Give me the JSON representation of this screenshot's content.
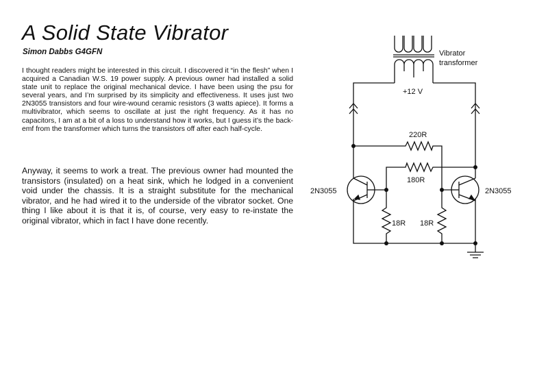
{
  "article": {
    "title": "A Solid State Vibrator",
    "author": "Simon Dabbs G4GFN",
    "paragraph1": "I thought readers might be interested in this circuit. I discovered it “in the flesh” when I acquired a Canadian W.S. 19 power supply. A previous owner had installed a solid state unit to replace the original mechanical device. I have been using the psu for several years, and I’m surprised by its simplicity and effectiveness. It uses just two 2N3055 transistors and four wire-wound ceramic resistors (3 watts apiece). It forms a multivibrator, which seems to oscillate at just the right frequency. As it has no capacitors, I am at a bit of a loss to understand how it works, but I guess it’s the back-emf from the transformer which turns the transistors off after each half-cycle.",
    "paragraph2": "Anyway, it seems to work a treat. The previous owner had mounted the transistors (insulated) on a heat sink, which he lodged in a convenient void under the chassis. It is a straight substitute for the mechanical vibrator, and he had wired it to the underside of the vibrator socket. One thing I like about it is that it is, of course, very easy to re-instate the original vibrator, which in fact I have done recently."
  },
  "circuit": {
    "transformer_label_1": "Vibrator",
    "transformer_label_2": "transformer",
    "supply": "+12 V",
    "r_top": "220R",
    "r_mid": "180R",
    "r_left": "18R",
    "r_right": "18R",
    "q_left": "2N3055",
    "q_right": "2N3055"
  }
}
